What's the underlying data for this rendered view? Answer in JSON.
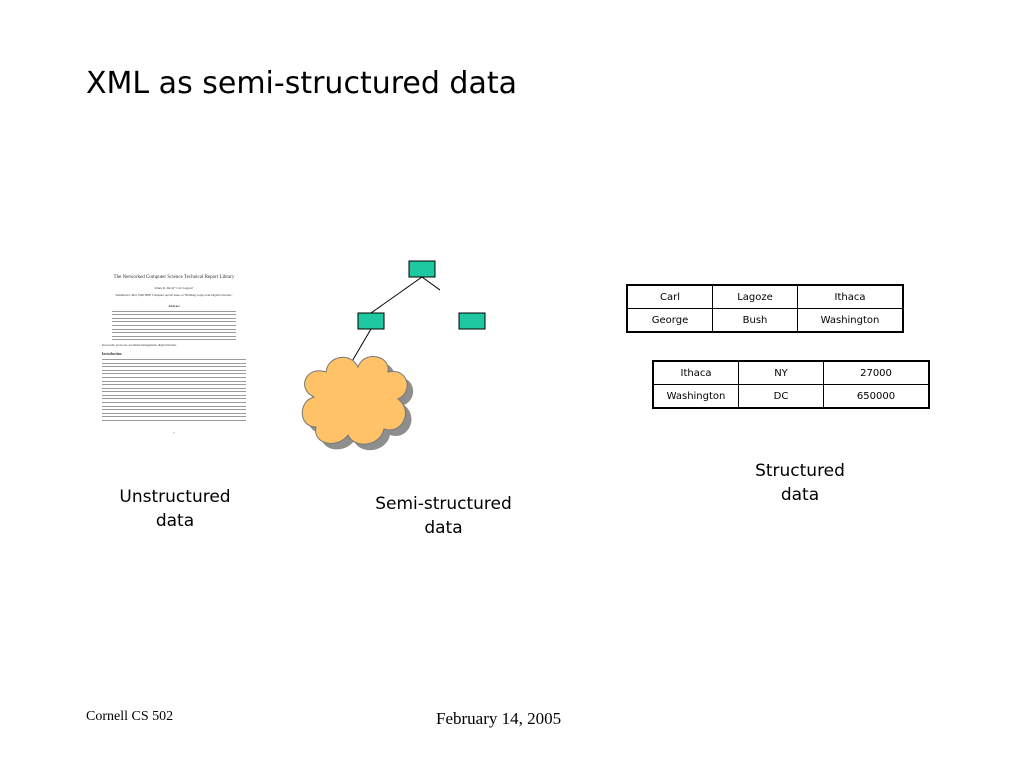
{
  "slide": {
    "title": "XML as semi-structured data",
    "footer_left": "Cornell CS 502",
    "footer_center": "February 14, 2005"
  },
  "unstructured": {
    "caption_line1": "Unstructured",
    "caption_line2": "data",
    "document": {
      "title": "The Networked Computer Science Technical Report Library",
      "authors": "James R. Davis*     Carl Lagoze†",
      "submitted": "Submitted to May 1996 IEEE Computer special issue on \"Building Large-scale Digital Libraries\"",
      "abstract_heading": "Abstract",
      "keywords": "Keywords: protocols, document management, digital libraries",
      "section_heading": "Introduction",
      "page_number": "1"
    }
  },
  "semi_structured": {
    "caption_line1": "Semi-structured",
    "caption_line2": "data",
    "colors": {
      "node": "#1ec8a0",
      "cloud": "#ffc266",
      "cloud_shadow": "#8e8e8e"
    }
  },
  "structured": {
    "caption_line1": "Structured",
    "caption_line2": "data",
    "table1": [
      [
        "Carl",
        "Lagoze",
        "Ithaca"
      ],
      [
        "George",
        "Bush",
        "Washington"
      ]
    ],
    "table2": [
      [
        "Ithaca",
        "NY",
        "27000"
      ],
      [
        "Washington",
        "DC",
        "650000"
      ]
    ]
  }
}
